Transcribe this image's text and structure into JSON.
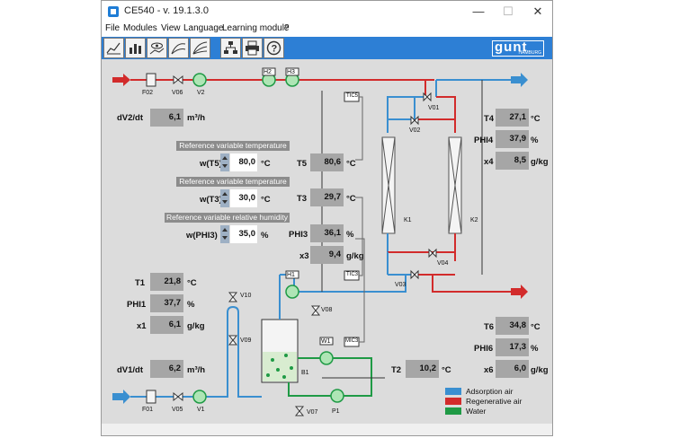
{
  "window": {
    "title": "CE540 - v. 19.1.3.0",
    "minimize": "—",
    "maximize": "☐",
    "close": "✕"
  },
  "menu": [
    "File",
    "Modules",
    "View",
    "Language",
    "Learning module",
    "?"
  ],
  "toolbar": {
    "buttons": [
      "chart-icon",
      "bar-chart-icon",
      "eye-chart-icon",
      "curve-chart-icon",
      "chart-grid-icon",
      "network-icon",
      "printer-icon",
      "help-icon"
    ],
    "logo": "gunt",
    "logo_sub": "HAMBURG"
  },
  "components": {
    "F02": "F02",
    "V06": "V06",
    "V2": "V2",
    "H2": "H2",
    "H3": "H3",
    "TIC5": "TIC5",
    "V01": "V01",
    "V02": "V02",
    "K1": "K1",
    "K2": "K2",
    "V04": "V04",
    "V03": "V03",
    "TIC3": "TIC3",
    "H1": "H1",
    "V10": "V10",
    "V08": "V08",
    "V09": "V09",
    "W1": "W1",
    "MIC3": "MIC3",
    "B1": "B1",
    "F01": "F01",
    "V05": "V05",
    "V1": "V1",
    "V07": "V07",
    "P1": "P1"
  },
  "measurements": {
    "dV2": {
      "label": "dV2/dt",
      "value": "6,1",
      "unit": "m³/h"
    },
    "T5": {
      "label": "T5",
      "value": "80,6",
      "unit": "°C"
    },
    "T3": {
      "label": "T3",
      "value": "29,7",
      "unit": "°C"
    },
    "PHI3": {
      "label": "PHI3",
      "value": "36,1",
      "unit": "%"
    },
    "x3": {
      "label": "x3",
      "value": "9,4",
      "unit": "g/kg"
    },
    "T4": {
      "label": "T4",
      "value": "27,1",
      "unit": "°C"
    },
    "PHI4": {
      "label": "PHI4",
      "value": "37,9",
      "unit": "%"
    },
    "x4": {
      "label": "x4",
      "value": "8,5",
      "unit": "g/kg"
    },
    "T1": {
      "label": "T1",
      "value": "21,8",
      "unit": "°C"
    },
    "PHI1": {
      "label": "PHI1",
      "value": "37,7",
      "unit": "%"
    },
    "x1": {
      "label": "x1",
      "value": "6,1",
      "unit": "g/kg"
    },
    "dV1": {
      "label": "dV1/dt",
      "value": "6,2",
      "unit": "m³/h"
    },
    "T2": {
      "label": "T2",
      "value": "10,2",
      "unit": "°C"
    },
    "T6": {
      "label": "T6",
      "value": "34,8",
      "unit": "°C"
    },
    "PHI6": {
      "label": "PHI6",
      "value": "17,3",
      "unit": "%"
    },
    "x6": {
      "label": "x6",
      "value": "6,0",
      "unit": "g/kg"
    }
  },
  "setpoints": {
    "wT5": {
      "caption": "Reference variable temperature",
      "label": "w(T5)",
      "value": "80,0",
      "unit": "°C"
    },
    "wT3": {
      "caption": "Reference variable temperature",
      "label": "w(T3)",
      "value": "30,0",
      "unit": "°C"
    },
    "wPHI3": {
      "caption": "Reference variable relative humidity",
      "label": "w(PHI3)",
      "value": "35,0",
      "unit": "%"
    }
  },
  "legend": [
    {
      "label": "Adsorption air",
      "color": "#3a8fd0"
    },
    {
      "label": "Regenerative air",
      "color": "#d22b2b"
    },
    {
      "label": "Water",
      "color": "#1f9a45"
    }
  ],
  "colors": {
    "adsorption": "#3a8fd0",
    "regenerative": "#d22b2b",
    "water": "#1f9a45",
    "accent": "#2d7fd5"
  }
}
